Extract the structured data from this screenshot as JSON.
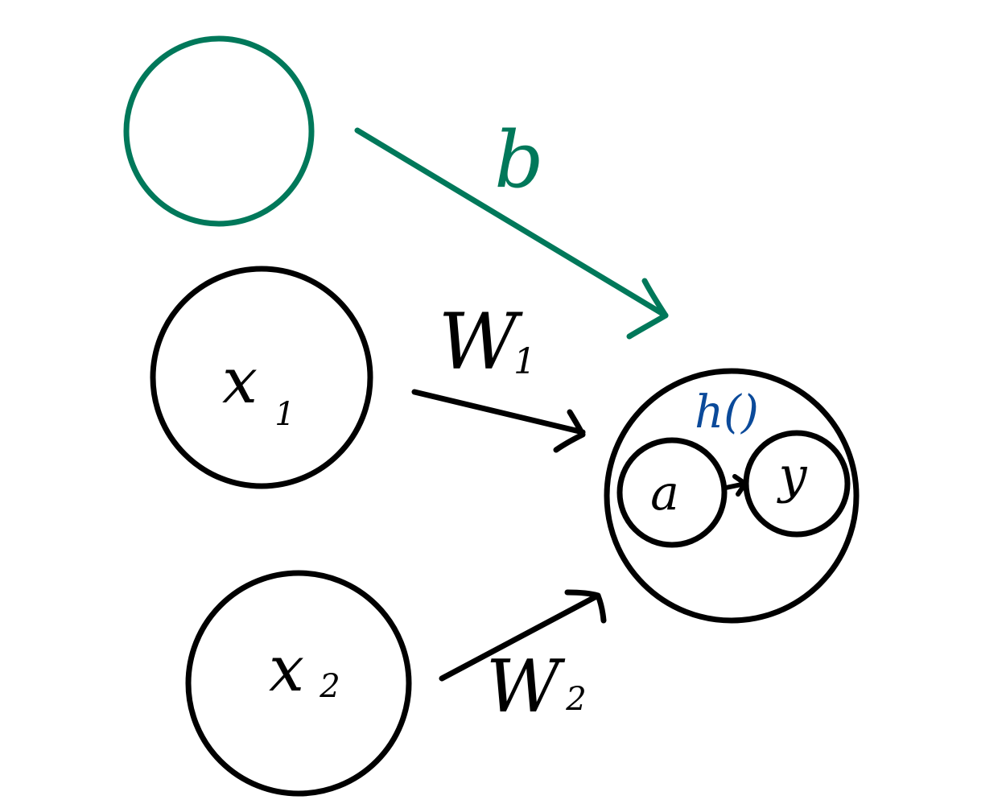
{
  "colors": {
    "ink": "#000000",
    "bias": "#00785a",
    "activation": "#0b4a9a",
    "background": "#ffffff"
  },
  "nodes": {
    "bias": {
      "label": ""
    },
    "input_1": {
      "label_base": "x",
      "label_sub": "1"
    },
    "input_2": {
      "label_base": "x",
      "label_sub": "2"
    },
    "neuron": {
      "function_label": "h()",
      "pre_activation": {
        "label": "a"
      },
      "output": {
        "label": "y"
      }
    }
  },
  "edges": {
    "bias_edge": {
      "label": "b"
    },
    "w1_edge": {
      "label_base": "W",
      "label_sub": "1"
    },
    "w2_edge": {
      "label_base": "W",
      "label_sub": "2"
    }
  }
}
